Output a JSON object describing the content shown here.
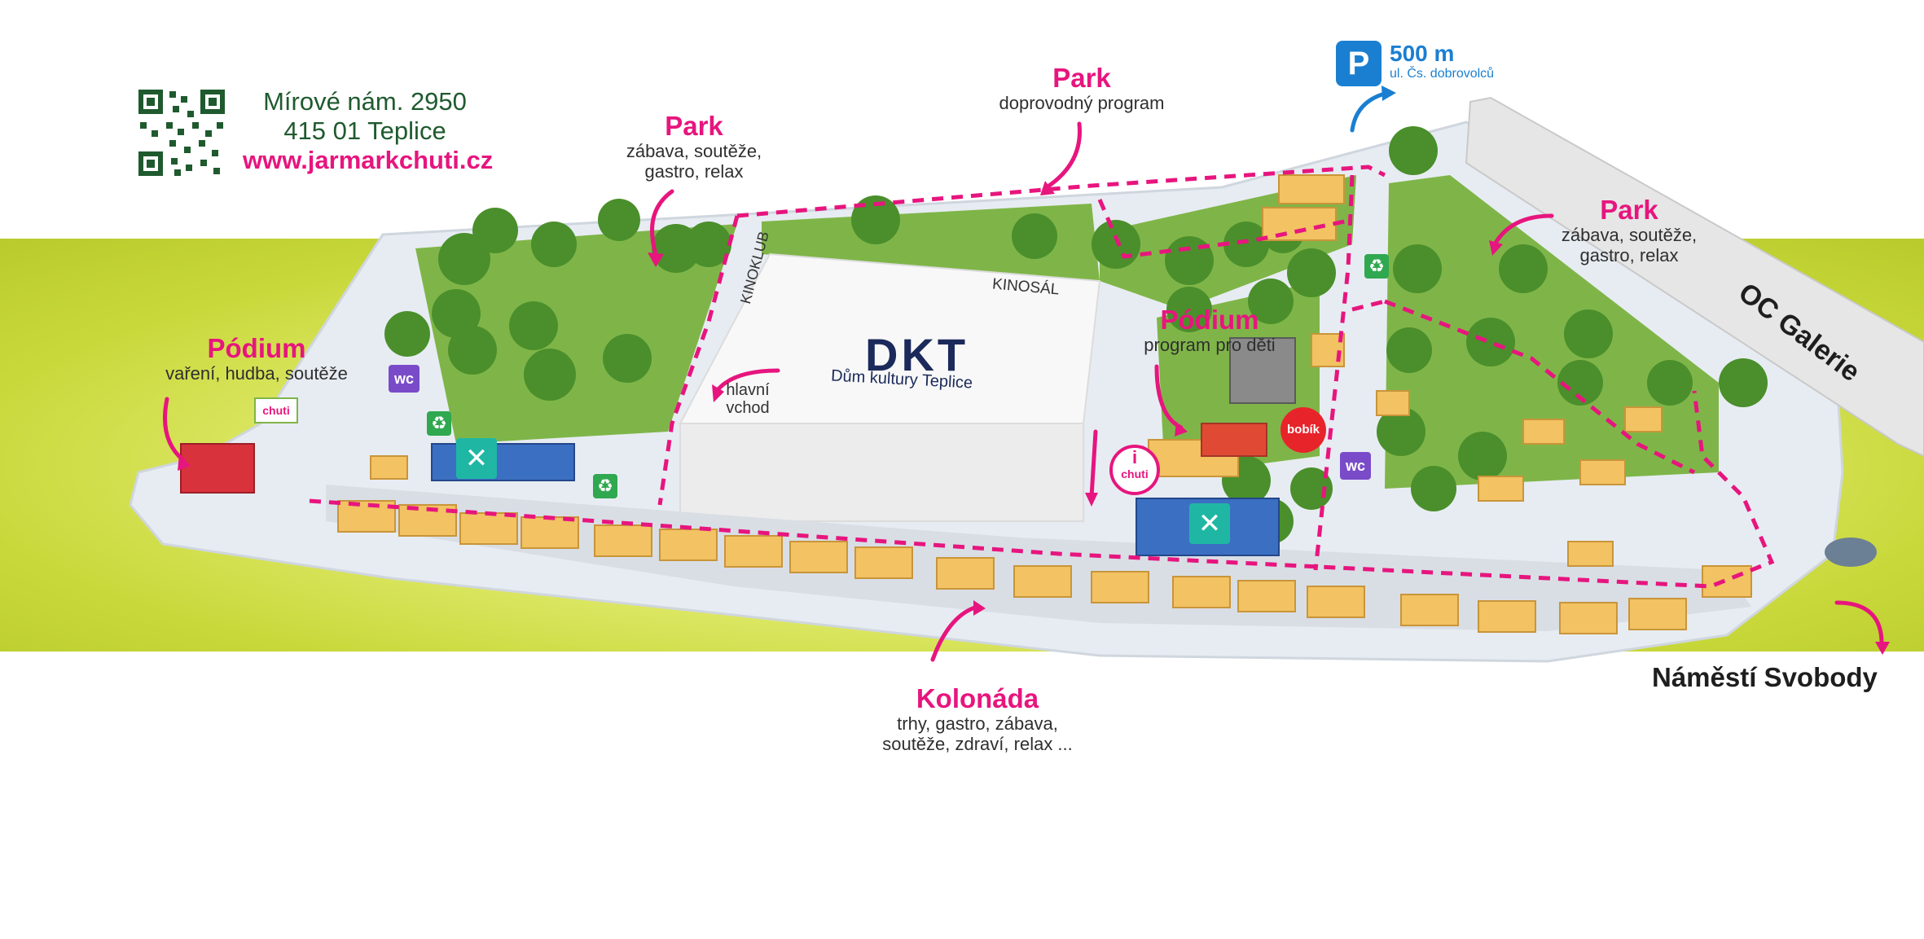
{
  "contact": {
    "address_line1": "Mírové nám. 2950",
    "address_line2": "415 01 Teplice",
    "website": "www.jarmarkchuti.cz"
  },
  "parking": {
    "symbol": "P",
    "distance": "500 m",
    "street": "ul. Čs. dobrovolců"
  },
  "zones": {
    "park_left": {
      "title": "Park",
      "line1": "zábava, soutěže,",
      "line2": "gastro, relax"
    },
    "park_top": {
      "title": "Park",
      "line1": "doprovodný program"
    },
    "park_right": {
      "title": "Park",
      "line1": "zábava, soutěže,",
      "line2": "gastro, relax"
    },
    "podium_left": {
      "title": "Pódium",
      "line1": "vaření, hudba, soutěže"
    },
    "podium_kids": {
      "title": "Pódium",
      "line1": "program pro děti"
    },
    "kolonada": {
      "title": "Kolonáda",
      "line1": "trhy, gastro, zábava,",
      "line2": "soutěže, zdraví, relax ..."
    }
  },
  "building": {
    "logo": "DKT",
    "name": "Dům kultury Teplice",
    "kinoklub": "KINOKLUB",
    "kinosal": "KINOSÁL",
    "entrance_line1": "hlavní",
    "entrance_line2": "vchod"
  },
  "landmarks": {
    "oc_galerie": "OC Galerie",
    "namesti": "Náměstí Svobody"
  },
  "icons": {
    "wc_label": "wc",
    "info_letter": "i",
    "info_brand": "chuti",
    "bobik": "bobík",
    "stand_brand": "chuti"
  },
  "colors": {
    "accent_pink": "#e7157e",
    "parking_blue": "#1a7fd1",
    "wc_purple": "#7a4bc9",
    "food_teal": "#1fb7a4",
    "lawn_green": "#7fb548",
    "stall_yellow": "#f2c263"
  }
}
